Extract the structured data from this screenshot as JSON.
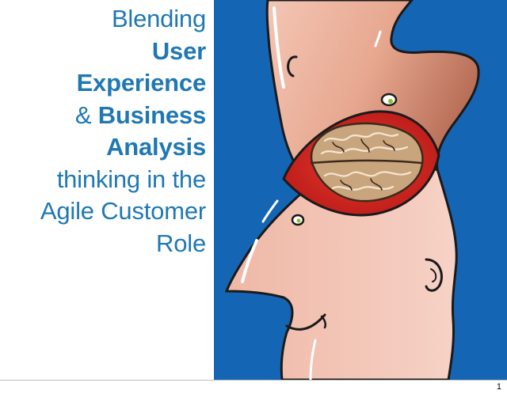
{
  "slide": {
    "title_lines": [
      {
        "parts": [
          {
            "text": "Blending",
            "bold": false
          }
        ]
      },
      {
        "parts": [
          {
            "text": "User",
            "bold": true
          }
        ]
      },
      {
        "parts": [
          {
            "text": "Experience",
            "bold": true
          }
        ]
      },
      {
        "parts": [
          {
            "text": "& ",
            "bold": false
          },
          {
            "text": "Business",
            "bold": true
          }
        ]
      },
      {
        "parts": [
          {
            "text": "Analysis",
            "bold": true
          }
        ]
      },
      {
        "parts": [
          {
            "text": "thinking in the",
            "bold": false
          }
        ]
      },
      {
        "parts": [
          {
            "text": "Agile Customer",
            "bold": false
          }
        ]
      },
      {
        "parts": [
          {
            "text": "Role",
            "bold": false
          }
        ]
      }
    ],
    "illustration": {
      "icon": "head-with-exposed-brain-illustration",
      "colors": {
        "background": "#1565b5",
        "skin": "#f0bfb0",
        "skin_shade": "#c97a62",
        "brain_cavity": "#d92b24",
        "brain": "#c8a37a"
      }
    },
    "page_number": "1"
  },
  "colors": {
    "title_text": "#1f78b4",
    "footer_rule": "#bfbfbf"
  }
}
